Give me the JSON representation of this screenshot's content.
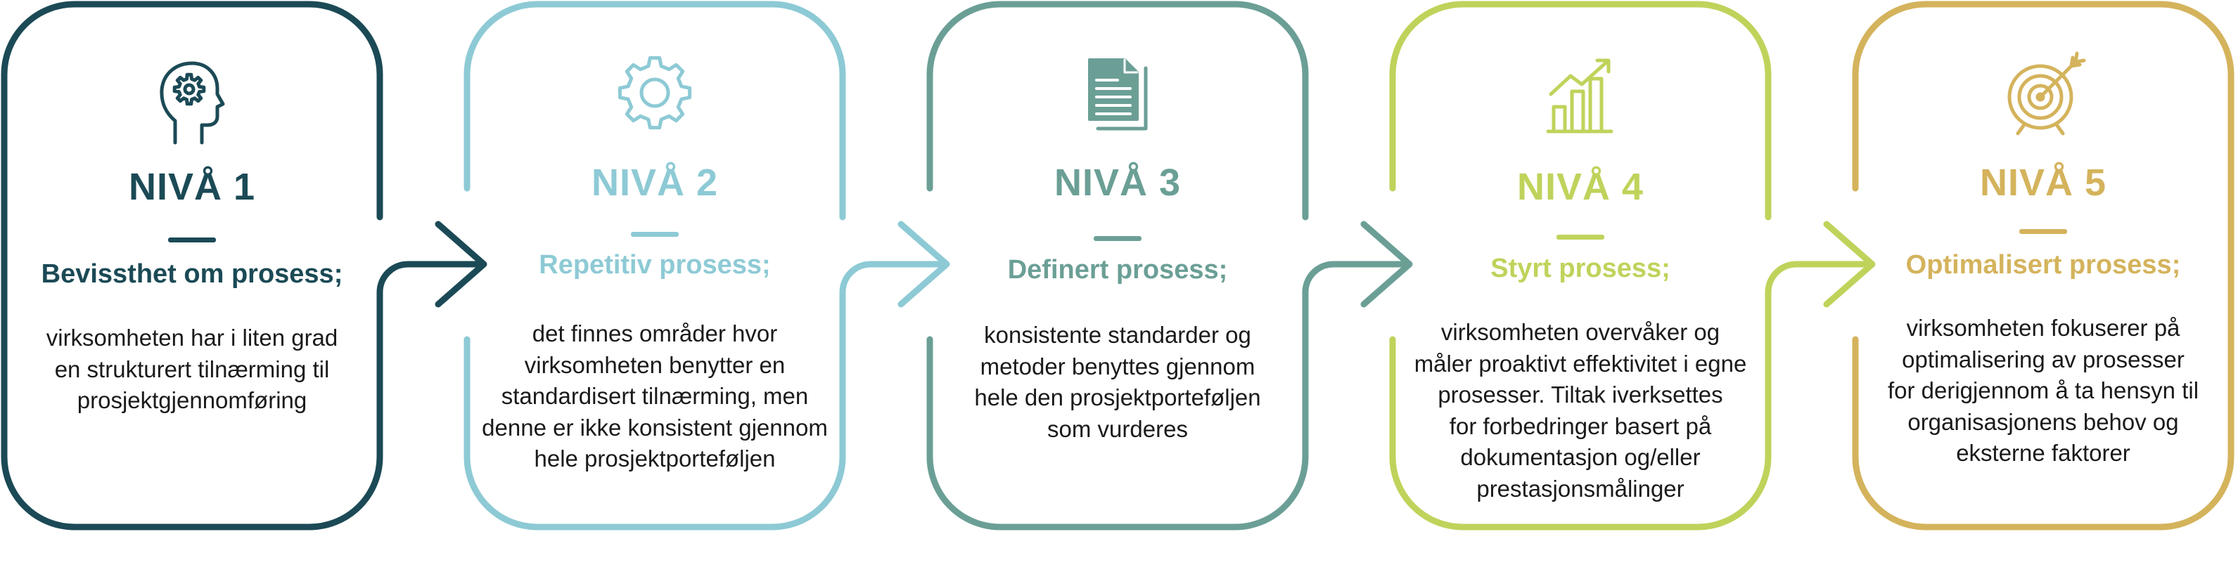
{
  "levels": [
    {
      "title": "NIVÅ 1",
      "subtitle": "Bevissthet om prosess;",
      "description": [
        "virksomheten har i liten grad",
        "en strukturert tilnærming til",
        "prosjektgjennomføring"
      ],
      "color": "#1b4a56",
      "icon": "head-gear-icon"
    },
    {
      "title": "NIVÅ 2",
      "subtitle": "Repetitiv prosess;",
      "description": [
        "det finnes områder hvor",
        "virksomheten benytter en",
        "standardisert tilnærming, men",
        "denne er ikke konsistent gjennom",
        "hele prosjektporteføljen"
      ],
      "color": "#8dcad5",
      "icon": "gear-icon"
    },
    {
      "title": "NIVÅ 3",
      "subtitle": "Definert prosess;",
      "description": [
        "konsistente standarder og",
        "metoder benyttes gjennom",
        "hele den prosjektporteføljen",
        "som vurderes"
      ],
      "color": "#6b9f96",
      "icon": "documents-icon"
    },
    {
      "title": "NIVÅ 4",
      "subtitle": "Styrt prosess;",
      "description": [
        "virksomheten overvåker og",
        "måler proaktivt effektivitet i egne",
        "prosesser. Tiltak iverksettes",
        "for forbedringer basert på",
        "dokumentasjon og/eller",
        "prestasjonsmålinger"
      ],
      "color": "#bfd35b",
      "icon": "growth-chart-icon"
    },
    {
      "title": "NIVÅ 5",
      "subtitle": "Optimalisert prosess;",
      "description": [
        "virksomheten fokuserer på",
        "optimalisering av prosesser",
        "for derigjennom å ta hensyn til",
        "organisasjonens behov og",
        "eksterne faktorer"
      ],
      "color": "#d4b35c",
      "icon": "target-arrow-icon"
    }
  ]
}
